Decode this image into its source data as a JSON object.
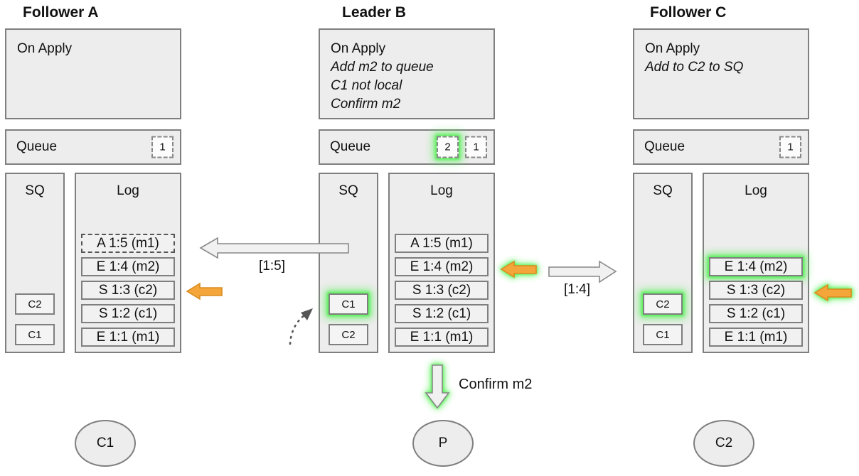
{
  "nodes": [
    {
      "title": "Follower A",
      "on_apply": {
        "title": "On Apply",
        "notes": []
      },
      "queue": {
        "label": "Queue",
        "items": [
          {
            "value": "1",
            "highlighted": false
          }
        ]
      },
      "sq": {
        "label": "SQ",
        "items": [
          {
            "value": "C2",
            "highlighted": false
          },
          {
            "value": "C1",
            "highlighted": false
          }
        ]
      },
      "log": {
        "label": "Log",
        "entries": [
          {
            "text": "A 1:5 (m1)",
            "style": "dashed",
            "highlighted": false
          },
          {
            "text": "E 1:4 (m2)",
            "style": "solid",
            "highlighted": false
          },
          {
            "text": "S 1:3 (c2)",
            "style": "solid",
            "highlighted": false
          },
          {
            "text": "S 1:2 (c1)",
            "style": "solid",
            "highlighted": false
          },
          {
            "text": "E 1:1 (m1)",
            "style": "solid",
            "highlighted": false
          }
        ]
      },
      "client": {
        "label": "C1"
      }
    },
    {
      "title": "Leader B",
      "on_apply": {
        "title": "On Apply",
        "notes": [
          "Add m2 to queue",
          "C1 not local",
          "Confirm m2"
        ]
      },
      "queue": {
        "label": "Queue",
        "items": [
          {
            "value": "2",
            "highlighted": true
          },
          {
            "value": "1",
            "highlighted": false
          }
        ]
      },
      "sq": {
        "label": "SQ",
        "items": [
          {
            "value": "C1",
            "highlighted": true
          },
          {
            "value": "C2",
            "highlighted": false
          }
        ]
      },
      "log": {
        "label": "Log",
        "entries": [
          {
            "text": "A 1:5 (m1)",
            "style": "solid",
            "highlighted": false
          },
          {
            "text": "E 1:4 (m2)",
            "style": "solid",
            "highlighted": false
          },
          {
            "text": "S 1:3 (c2)",
            "style": "solid",
            "highlighted": false
          },
          {
            "text": "S 1:2 (c1)",
            "style": "solid",
            "highlighted": false
          },
          {
            "text": "E 1:1 (m1)",
            "style": "solid",
            "highlighted": false
          }
        ]
      },
      "client": {
        "label": "P"
      }
    },
    {
      "title": "Follower C",
      "on_apply": {
        "title": "On Apply",
        "notes": [
          "Add to C2 to SQ"
        ]
      },
      "queue": {
        "label": "Queue",
        "items": [
          {
            "value": "1",
            "highlighted": false
          }
        ]
      },
      "sq": {
        "label": "SQ",
        "items": [
          {
            "value": "C2",
            "highlighted": true
          },
          {
            "value": "C1",
            "highlighted": false
          }
        ]
      },
      "log": {
        "label": "Log",
        "entries": [
          {
            "text": "E 1:4 (m2)",
            "style": "solid",
            "highlighted": true
          },
          {
            "text": "S 1:3 (c2)",
            "style": "solid",
            "highlighted": false
          },
          {
            "text": "S 1:2 (c1)",
            "style": "solid",
            "highlighted": false
          },
          {
            "text": "E 1:1 (m1)",
            "style": "solid",
            "highlighted": false
          }
        ]
      },
      "client": {
        "label": "C2"
      }
    }
  ],
  "arrows": {
    "replicate_to_a": {
      "label": "[1:5]",
      "direction": "left"
    },
    "replicate_to_c": {
      "label": "[1:4]",
      "direction": "right"
    },
    "confirm": {
      "label": "Confirm m2",
      "direction": "down"
    }
  },
  "colors": {
    "box_fill": "#ededed",
    "box_border": "#7f7f7f",
    "highlight_glow": "#4ef24e",
    "orange_arrow_fill": "#f5a63b",
    "orange_arrow_border": "#d98c1f",
    "gray_arrow_fill": "#f1f1f1",
    "gray_arrow_border": "#888888"
  }
}
